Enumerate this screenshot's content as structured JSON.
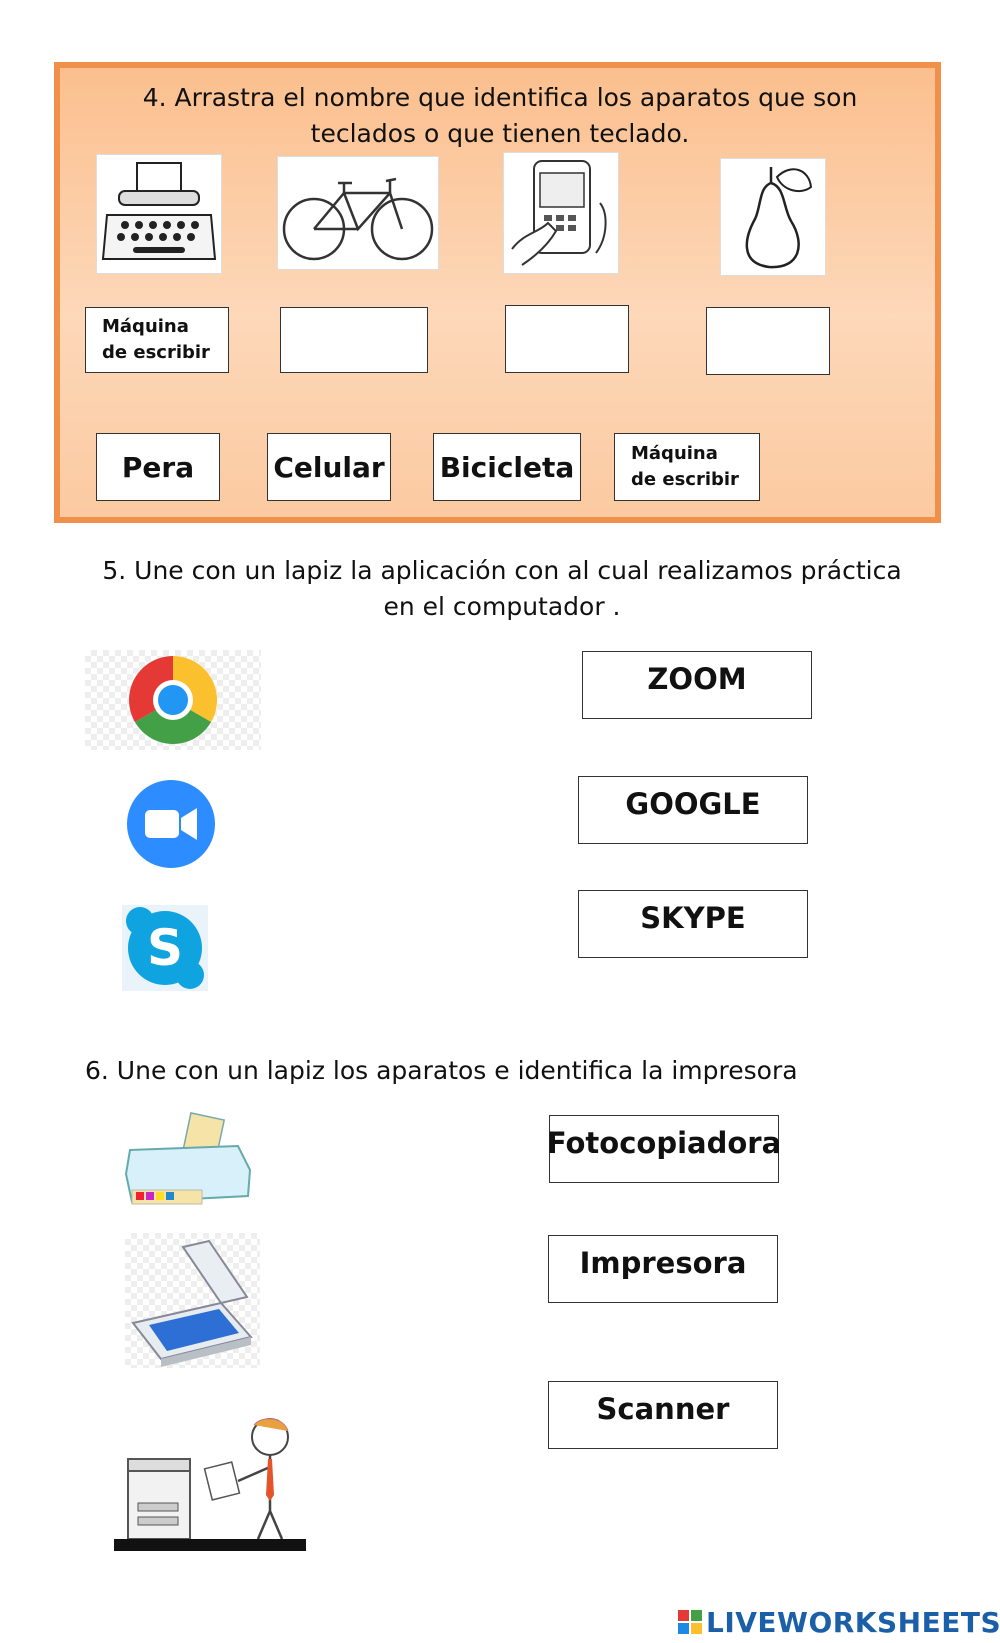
{
  "section4": {
    "instruction": "4. Arrastra el nombre que identifica  los aparatos que son teclados o que tienen teclado.",
    "images": [
      "typewriter-icon",
      "bicycle-icon",
      "phone-hand-icon",
      "pear-icon"
    ],
    "drop_slots": [
      "Máquina de escribir",
      "",
      "",
      ""
    ],
    "word_bank": [
      "Pera",
      "Celular",
      "Bicicleta",
      "Máquina de escribir"
    ]
  },
  "section5": {
    "instruction": "5. Une con un lapiz la aplicación con al cual realizamos práctica en el computador .",
    "icons": [
      "chrome-icon",
      "zoom-icon",
      "skype-icon"
    ],
    "options": [
      "ZOOM",
      "GOOGLE",
      "SKYPE"
    ]
  },
  "section6": {
    "instruction": "6. Une con un lapiz los aparatos  e identifica la impresora",
    "icons": [
      "printer-icon",
      "scanner-icon",
      "photocopier-icon"
    ],
    "options": [
      "Fotocopiadora",
      "Impresora",
      "Scanner"
    ]
  },
  "footer": {
    "brand": "LIVEWORKSHEETS"
  },
  "colors": {
    "panel_border": "#f0904a",
    "panel_fill": "#fdd2ae",
    "brand": "#1b5fa8"
  }
}
